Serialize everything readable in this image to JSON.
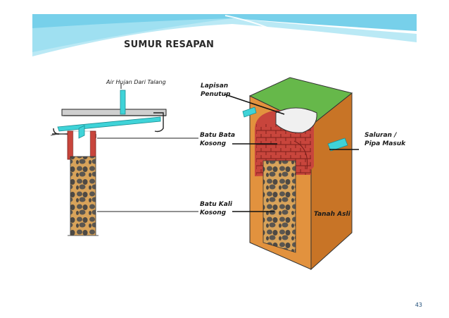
{
  "slide": {
    "title": "SUMUR RESAPAN",
    "page_number": "43",
    "header_band_color": "#5fc8e6"
  },
  "labels": {
    "air_hujan": "Air Hujan Dari Talang",
    "lapisan_1": "Lapisan",
    "lapisan_2": "Penutup",
    "batu_bata": "Batu Bata",
    "kosong_1": "Kosong",
    "saluran_1": "Saluran /",
    "saluran_2": "Pipa Masuk",
    "batu_kali_1": "Batu Kali",
    "batu_kali_2": "Kosong",
    "tanah_asli": "Tanah Asli"
  },
  "colors": {
    "pipe": "#3fd3d8",
    "brick": "#c8453c",
    "soil": "#e2923e",
    "grass": "#66b84a",
    "stone": "#5a5650",
    "gravel": "#b07a3c"
  }
}
